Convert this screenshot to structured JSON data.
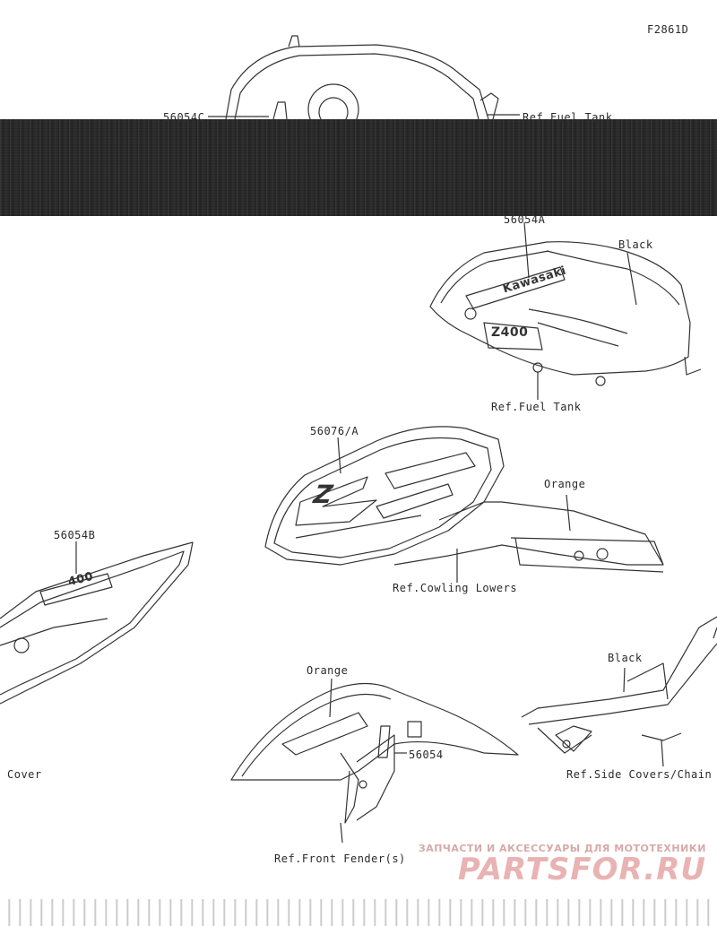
{
  "figure_id": "F2861D",
  "labels": {
    "p56054c": "56054C",
    "ref_fuel_tank_top": "Ref.Fuel Tank",
    "p56054a": "56054A",
    "black_tank": "Black",
    "ref_fuel_tank": "Ref.Fuel Tank",
    "p56076a": "56076/A",
    "orange_cowl": "Orange",
    "ref_cowling_lowers": "Ref.Cowling Lowers",
    "p56054b": "56054B",
    "cover": "Cover",
    "orange_fender": "Orange",
    "p56054": "56054",
    "ref_front_fender": "Ref.Front Fender(s)",
    "black_side": "Black",
    "ref_side_covers": "Ref.Side Covers/Chain"
  },
  "decal_text": {
    "tank_brand": "Kawasaki",
    "tank_model": "Z400",
    "cowl_logo": "Z",
    "shroud_model": "400"
  },
  "watermark": {
    "tagline": "ЗАПЧАСТИ И АКСЕССУАРЫ ДЛЯ МОТОТЕХНИКИ",
    "logo": "PARTSFOR.RU"
  },
  "colors": {
    "line": "#333333",
    "band": "#1e1e1e",
    "watermark": "#e3aaaa"
  }
}
